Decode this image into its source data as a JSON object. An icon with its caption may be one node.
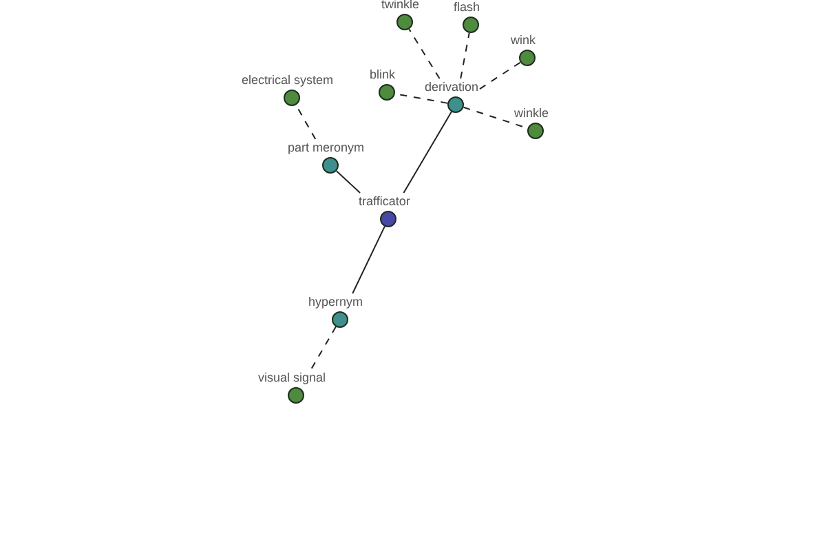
{
  "diagram": {
    "nodes": [
      {
        "text": [
          "twinkle"
        ]
      },
      {
        "text": [
          "flash"
        ]
      },
      {
        "text": [
          "wink"
        ]
      },
      {
        "text": [
          "electrical system"
        ]
      },
      {
        "text": [
          "blink"
        ]
      },
      {
        "text": [
          "derivation"
        ]
      },
      {
        "text": [
          "winkle"
        ]
      },
      {
        "text": [
          "part meronym"
        ]
      },
      {
        "text": [
          "trafficator"
        ]
      },
      {
        "text": [
          "hypernym"
        ]
      },
      {
        "text": [
          "visual signal"
        ]
      }
    ],
    "edges": [
      {
        "from": 8,
        "to": 7,
        "arrow": "none"
      },
      {
        "from": 7,
        "to": 3,
        "arrow": "none",
        "style": "dashed"
      },
      {
        "from": 8,
        "to": 5,
        "arrow": "none"
      },
      {
        "from": 5,
        "to": 0,
        "arrow": "none",
        "style": "dashed"
      },
      {
        "from": 5,
        "to": 1,
        "arrow": "none",
        "style": "dashed"
      },
      {
        "from": 5,
        "to": 2,
        "arrow": "none",
        "style": "dashed"
      },
      {
        "from": 5,
        "to": 4,
        "arrow": "none",
        "style": "dashed"
      },
      {
        "from": 5,
        "to": 6,
        "arrow": "none",
        "style": "dashed"
      },
      {
        "from": 8,
        "to": 9,
        "arrow": "none"
      },
      {
        "from": 9,
        "to": 10,
        "arrow": "none",
        "style": "dashed"
      }
    ]
  }
}
